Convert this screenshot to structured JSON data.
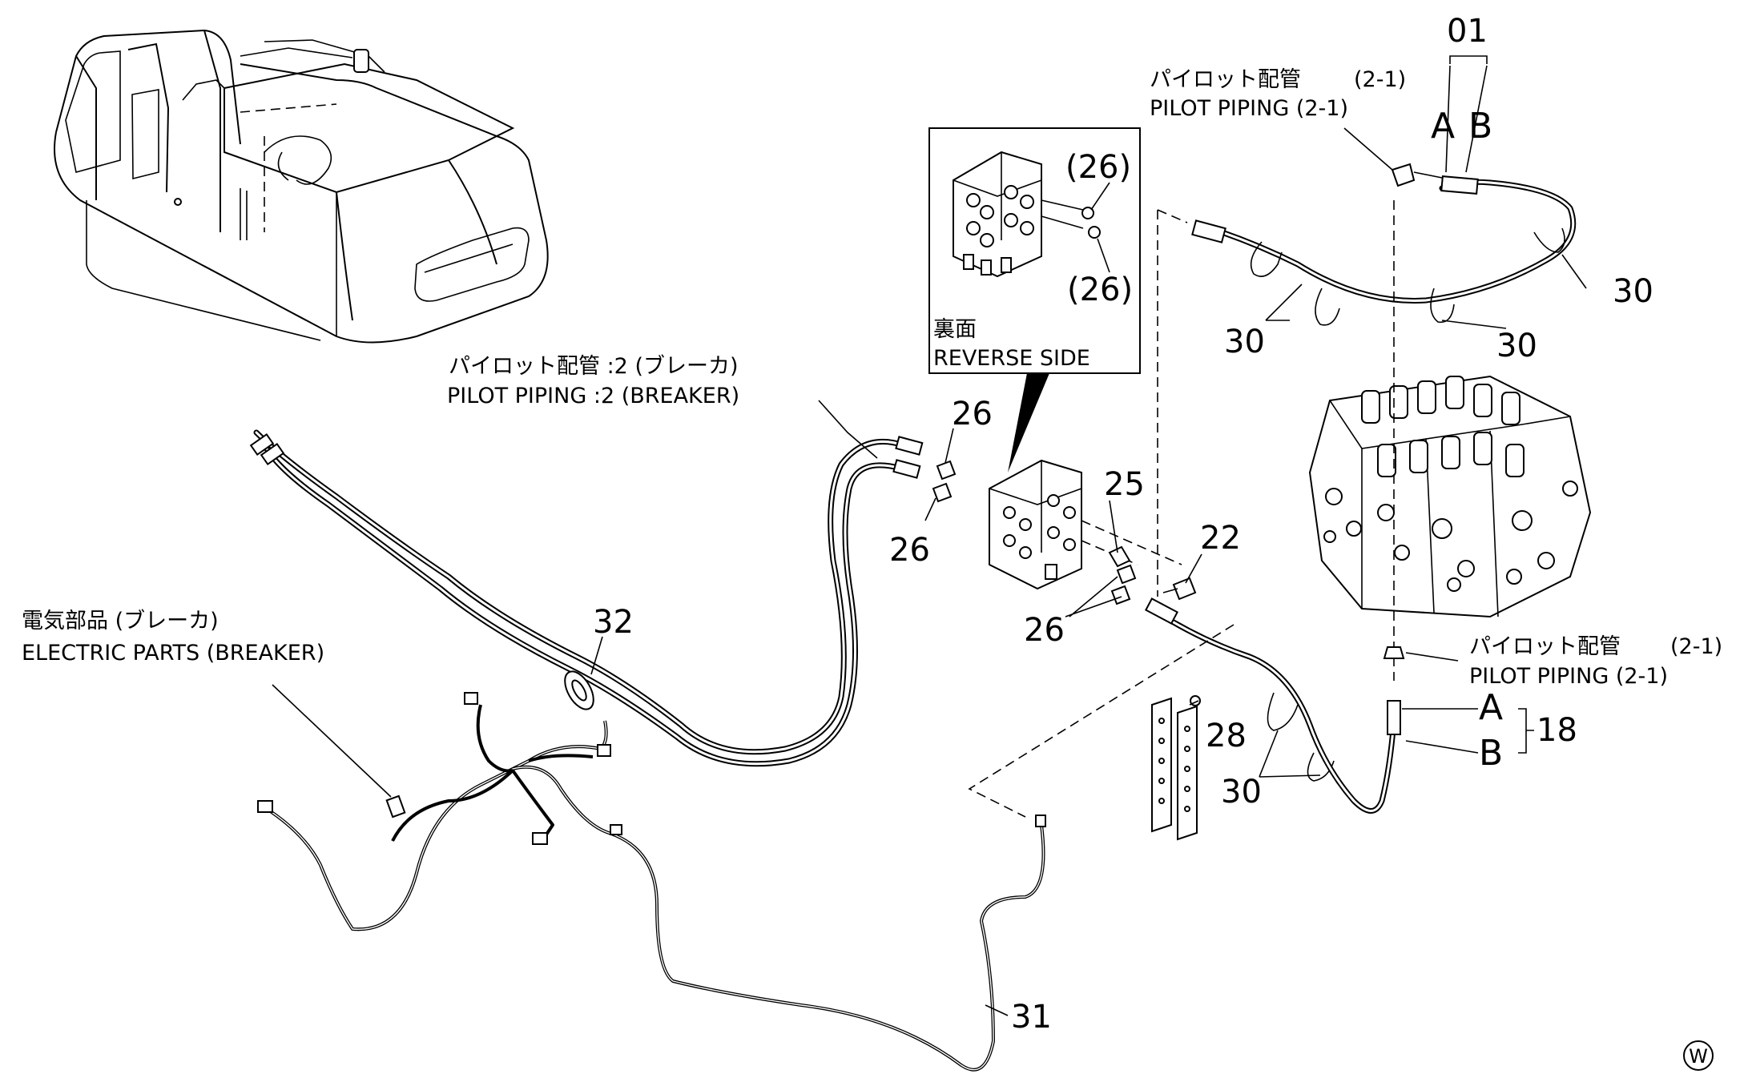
{
  "callouts": {
    "pilot_piping_top_jp": "パイロット配管",
    "pilot_piping_top_num": "(2-1)",
    "pilot_piping_top_en": "PILOT PIPING (2-1)",
    "pilot_piping_2_jp": "パイロット配管 :2 (ブレーカ)",
    "pilot_piping_2_en": "PILOT PIPING :2 (BREAKER)",
    "pilot_piping_right_jp": "パイロット配管",
    "pilot_piping_right_num": "(2-1)",
    "pilot_piping_right_en": "PILOT PIPING (2-1)",
    "electric_parts_jp": "電気部品 (ブレーカ)",
    "electric_parts_en": "ELECTRIC PARTS (BREAKER)",
    "reverse_side_jp": "裏面",
    "reverse_side_en": "REVERSE SIDE"
  },
  "part_numbers": {
    "p01": "01",
    "a_top": "A",
    "b_top": "B",
    "p18": "18",
    "a_right": "A",
    "b_right": "B",
    "p22": "22",
    "p25": "25",
    "p26_a": "26",
    "p26_b": "26",
    "p26_c": "26",
    "p26_inset_a": "(26)",
    "p26_inset_b": "(26)",
    "p28": "28",
    "p30_a": "30",
    "p30_b": "30",
    "p30_c": "30",
    "p30_d": "30",
    "p31": "31",
    "p32": "32"
  },
  "revision_mark": "W"
}
